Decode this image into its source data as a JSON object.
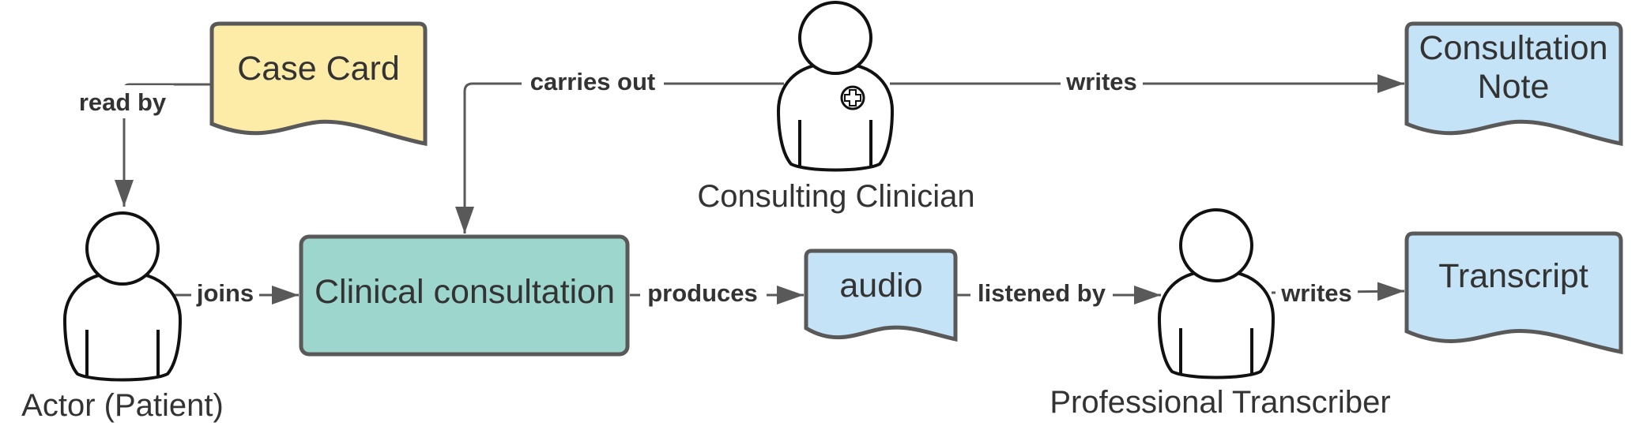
{
  "nodes": {
    "case_card": {
      "label": "Case Card"
    },
    "consultation_note": {
      "line1": "Consultation",
      "line2": "Note"
    },
    "clinical_consultation": {
      "label": "Clinical consultation"
    },
    "audio": {
      "label": "audio"
    },
    "transcript": {
      "label": "Transcript"
    }
  },
  "people": {
    "patient": {
      "label": "Actor (Patient)"
    },
    "clinician": {
      "label": "Consulting Clinician"
    },
    "transcriber": {
      "label": "Professional Transcriber"
    }
  },
  "edges": {
    "read_by": "read by",
    "carries_out": "carries out",
    "writes_note": "writes",
    "joins": "joins",
    "produces": "produces",
    "listened_by": "listened by",
    "writes_transcript": "writes"
  },
  "colors": {
    "case_card_fill": "#fdeba8",
    "document_fill": "#c5e3f6",
    "consultation_fill": "#9dd6cd",
    "border": "#595959",
    "edge": "#595959",
    "text": "#333333"
  }
}
